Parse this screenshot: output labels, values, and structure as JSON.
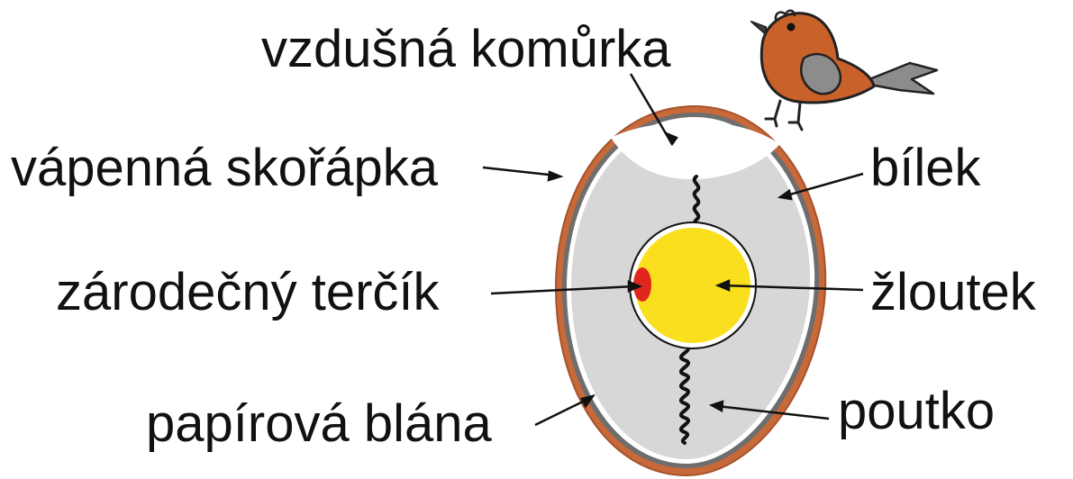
{
  "diagram": {
    "labels": {
      "air_cell": "vzdušná komůrka",
      "shell": "vápenná skořápka",
      "albumen": "bílek",
      "germinal_disc": "zárodečný terčík",
      "yolk": "žloutek",
      "shell_membrane": "papírová blána",
      "chalaza": "poutko"
    }
  },
  "colors": {
    "shell": "#c8693a",
    "membrane": "#6e6e6e",
    "albumen": "#d7d7d7",
    "air_cell": "#ffffff",
    "yolk": "#fadf1e",
    "germinal_disc": "#e0261c",
    "bird_body": "#c8612a",
    "bird_wing": "#8c8c8c"
  },
  "icons": [
    "bird-icon"
  ]
}
